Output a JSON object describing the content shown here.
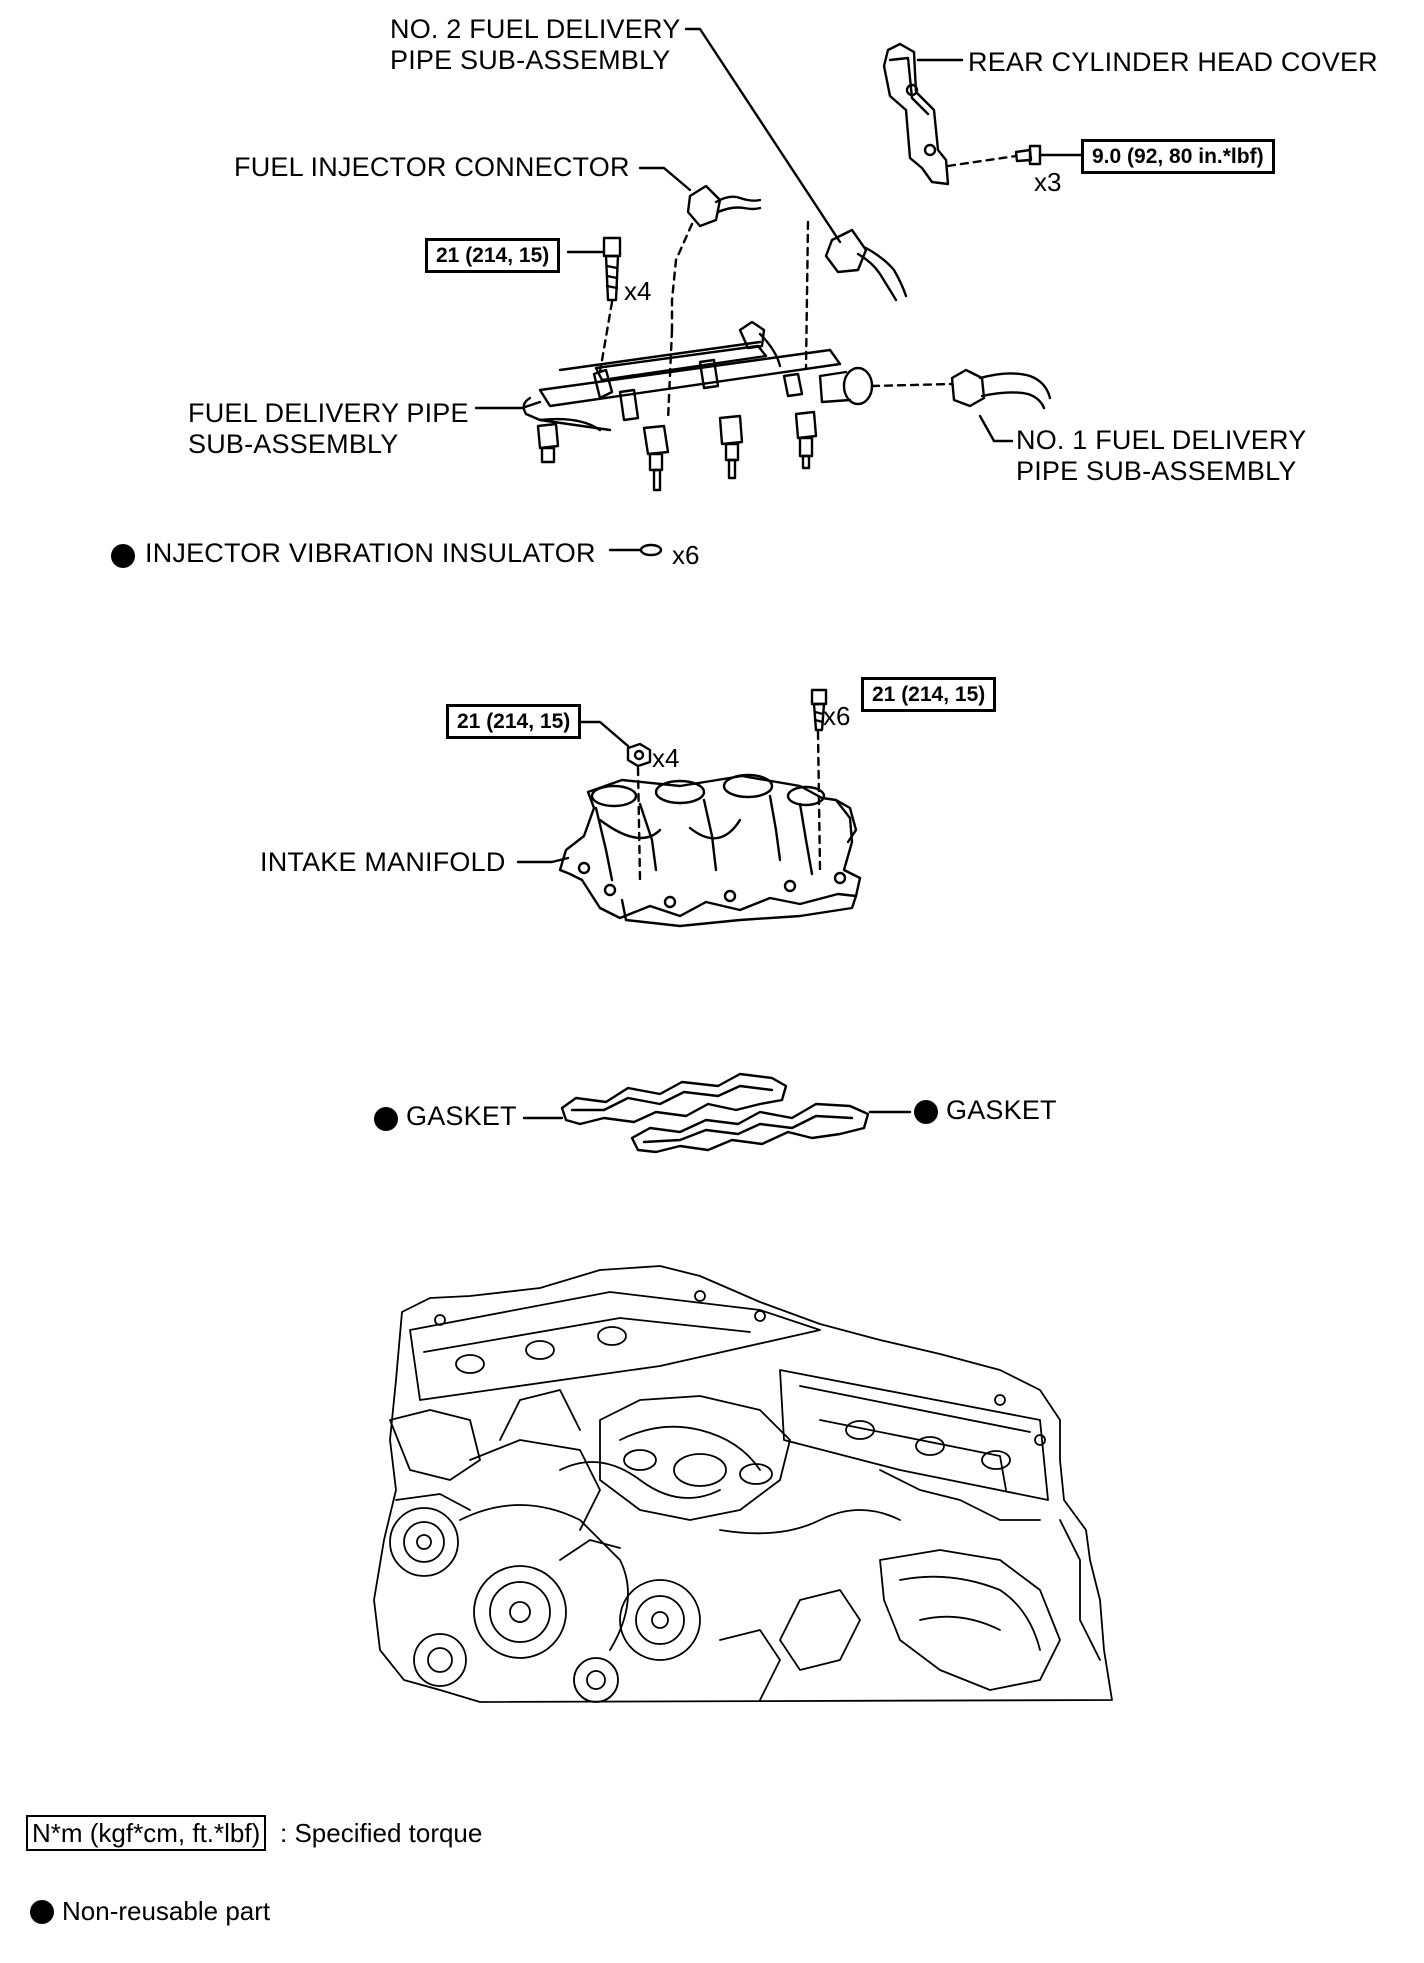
{
  "labels": {
    "no2_pipe": [
      "NO. 2 FUEL DELIVERY",
      "PIPE SUB-ASSEMBLY"
    ],
    "rear_cover": "REAR CYLINDER HEAD COVER",
    "injector_connector": "FUEL INJECTOR CONNECTOR",
    "delivery_pipe": [
      "FUEL DELIVERY PIPE",
      "SUB-ASSEMBLY"
    ],
    "no1_pipe": [
      "NO. 1 FUEL DELIVERY",
      "PIPE SUB-ASSEMBLY"
    ],
    "insulator": "INJECTOR VIBRATION INSULATOR",
    "intake_manifold": "INTAKE MANIFOLD",
    "gasket_left": "GASKET",
    "gasket_right": "GASKET"
  },
  "torques": {
    "rear_cover_bolt": "9.0 (92, 80 in.*lbf)",
    "delivery_pipe_bolt": "21 (214, 15)",
    "manifold_nut": "21 (214, 15)",
    "manifold_bolt": "21 (214, 15)"
  },
  "quantities": {
    "rear_cover_bolt": "x3",
    "delivery_pipe_bolt": "x4",
    "insulator": "x6",
    "manifold_nut": "x4",
    "manifold_bolt": "x6"
  },
  "legend": {
    "torque_box": "N*m (kgf*cm, ft.*lbf)",
    "torque_text": ": Specified torque",
    "nonreusable_text": "Non-reusable part"
  }
}
